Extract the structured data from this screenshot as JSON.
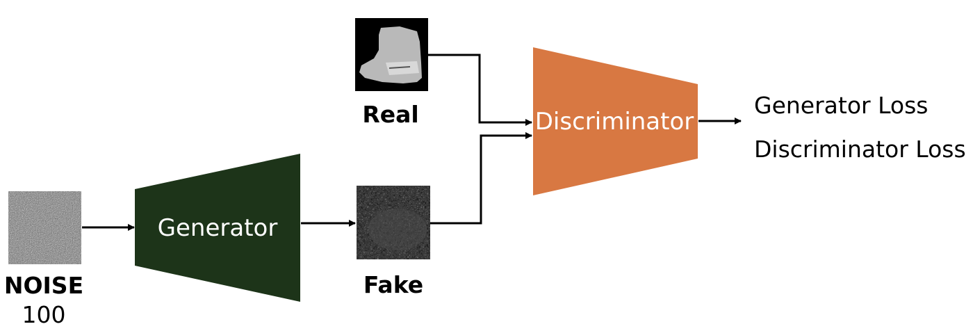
{
  "noise": {
    "label": "NOISE",
    "size": "100"
  },
  "generator": {
    "label": "Generator",
    "color": "#1d3419"
  },
  "discriminator": {
    "label": "Discriminator",
    "color": "#d87842"
  },
  "real": {
    "label": "Real"
  },
  "fake": {
    "label": "Fake"
  },
  "outputs": [
    "Generator Loss",
    "Discriminator Loss"
  ]
}
